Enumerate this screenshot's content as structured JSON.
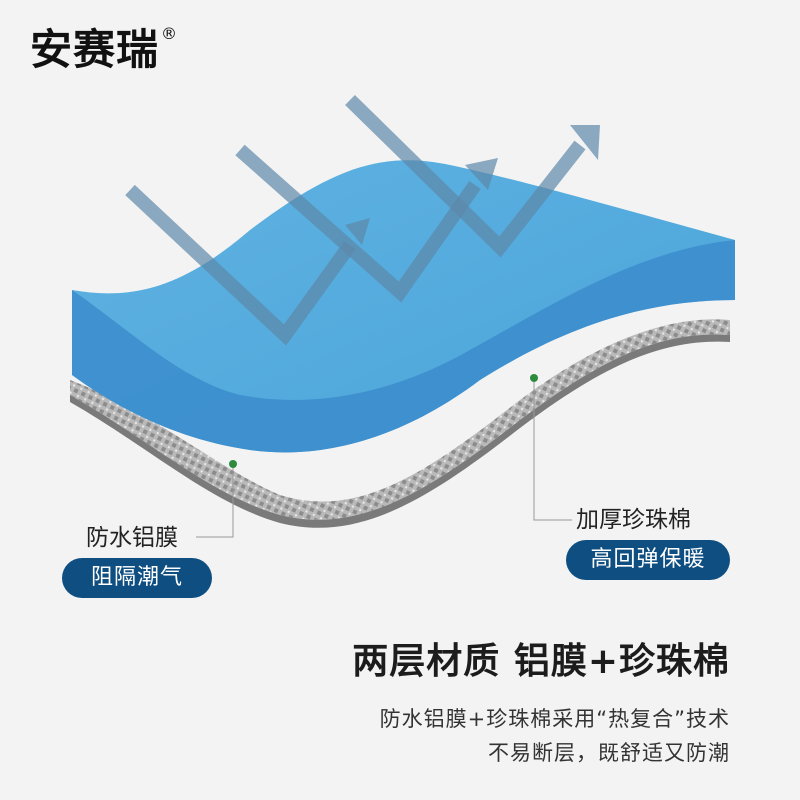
{
  "brand": {
    "name": "安赛瑞",
    "registered_mark": "®"
  },
  "illustration": {
    "foam_color": "#4aa3d8",
    "foam_edge_color": "#3b8ccc",
    "foil_color": "#9a9a9a",
    "arrow_color": "#5c87a8",
    "marker_color": "#2e8b3e"
  },
  "callouts": [
    {
      "label": "防水铝膜",
      "badge": "阻隔潮气"
    },
    {
      "label": "加厚珍珠棉",
      "badge": "高回弹保暖"
    }
  ],
  "headline": "两层材质 铝膜+珍珠棉",
  "description": [
    "防水铝膜+珍珠棉采用“热复合”技术",
    "不易断层，既舒适又防潮"
  ],
  "colors": {
    "badge_bg": "#0f4e80",
    "background": "#f3f3f3"
  }
}
